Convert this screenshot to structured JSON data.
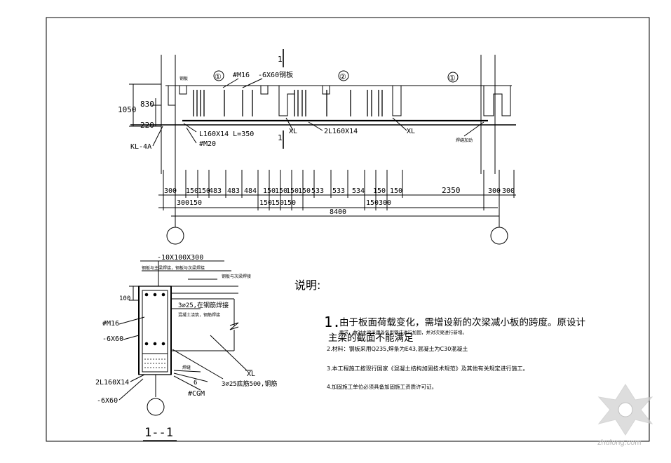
{
  "elevation": {
    "section_cut_label": "1",
    "circled_labels": [
      "①",
      "②",
      "①"
    ],
    "callouts": {
      "bolt_m16": "#M16",
      "plate_top": "-6X60钢板",
      "angle_l160": "L160X14 L=350",
      "bolt_m20": "#M20",
      "kl_4a": "KL-4A",
      "xl_left": "XL",
      "double_angle": "2L160X14",
      "xl_right": "XL",
      "left_small_note": "钢板",
      "right_small_note": "焊缝加劲"
    },
    "height_dims": [
      "1050",
      "830",
      "220"
    ],
    "dims_row1": [
      "300",
      "150",
      "150",
      "483",
      "483",
      "484",
      "150",
      "150",
      "150",
      "150",
      "533",
      "533",
      "534",
      "150",
      "150"
    ],
    "dim_2350": "2350",
    "dims_right": [
      "300",
      "300"
    ],
    "dims_row2_left": [
      "300",
      "150"
    ],
    "dims_row2_mid": [
      "150",
      "150",
      "150"
    ],
    "dims_row2_right": [
      "150",
      "300"
    ],
    "overall": "8400"
  },
  "section": {
    "plate_top": "-10X100X300",
    "note_a": "钢板与主梁焊接，钢板与次梁焊接",
    "note_b": "钢板与次梁焊接",
    "bar_label": "3⌀25,在钢筋焊接",
    "bar_label_2": "混凝土浇筑，钢筋焊接",
    "dim_100": "100",
    "bolt": "#M16",
    "plate_side": "-6X60",
    "angle": "2L160X14",
    "plate_bottom": "-6X60",
    "xl": "XL",
    "weld_note": "焊缝",
    "weld_size": "6",
    "grout": "#CGM",
    "bars_bottom": "3⌀25底筋500,钢筋",
    "title": "1--1"
  },
  "notes": {
    "heading": "说明:",
    "item1_number": "1.",
    "item1_line1": "由于板面荷载变化，需增设新的次梁减小板的跨度。原设计",
    "item1_line2": "主梁的截面不能满足",
    "item1_small": "要求，故对主梁采用外包型钢法进行加固，并对次梁进行新增。",
    "item2": "2.材料：钢板采用Q235,焊条为E43,混凝土为C30混凝土",
    "item3": "3.本工程施工按现行国家《混凝土结构加固技术规范》及其他有关规定进行施工。",
    "item4": "4.加固施工单位必须具备加固施工资质许可证。"
  },
  "watermark": "zhulong.com"
}
